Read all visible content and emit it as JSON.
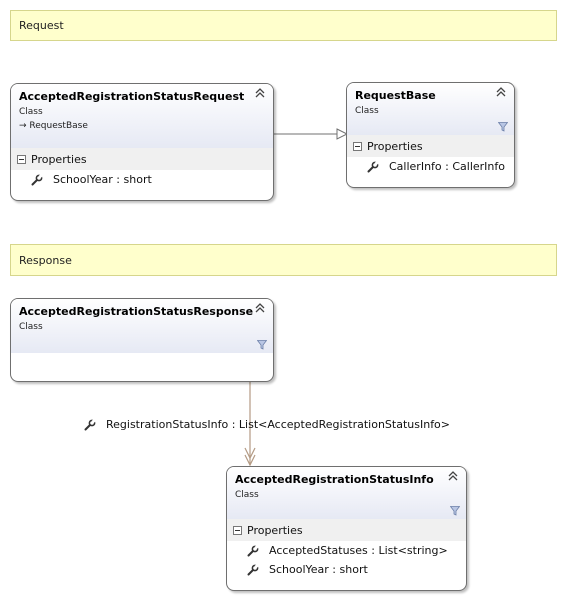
{
  "notes": {
    "request": "Request",
    "response": "Response"
  },
  "classes": {
    "request": {
      "name": "AcceptedRegistrationStatusRequest",
      "kind": "Class",
      "base": "→ RequestBase",
      "section": "Properties",
      "properties": [
        "SchoolYear : short"
      ]
    },
    "request_base": {
      "name": "RequestBase",
      "kind": "Class",
      "section": "Properties",
      "properties": [
        "CallerInfo : CallerInfo"
      ]
    },
    "response": {
      "name": "AcceptedRegistrationStatusResponse",
      "kind": "Class"
    },
    "info": {
      "name": "AcceptedRegistrationStatusInfo",
      "kind": "Class",
      "section": "Properties",
      "properties": [
        "AcceptedStatuses : List<string>",
        "SchoolYear : short"
      ]
    }
  },
  "association": {
    "label": "RegistrationStatusInfo : List<AcceptedRegistrationStatusInfo>"
  },
  "icons": {
    "collapse": "double-chevron-up-icon",
    "property": "wrench-icon",
    "filter": "filter-icon"
  },
  "colors": {
    "note_bg": "#ffffcc",
    "header_gradient_end": "#e6e9f4",
    "association_line": "#b39a84"
  }
}
